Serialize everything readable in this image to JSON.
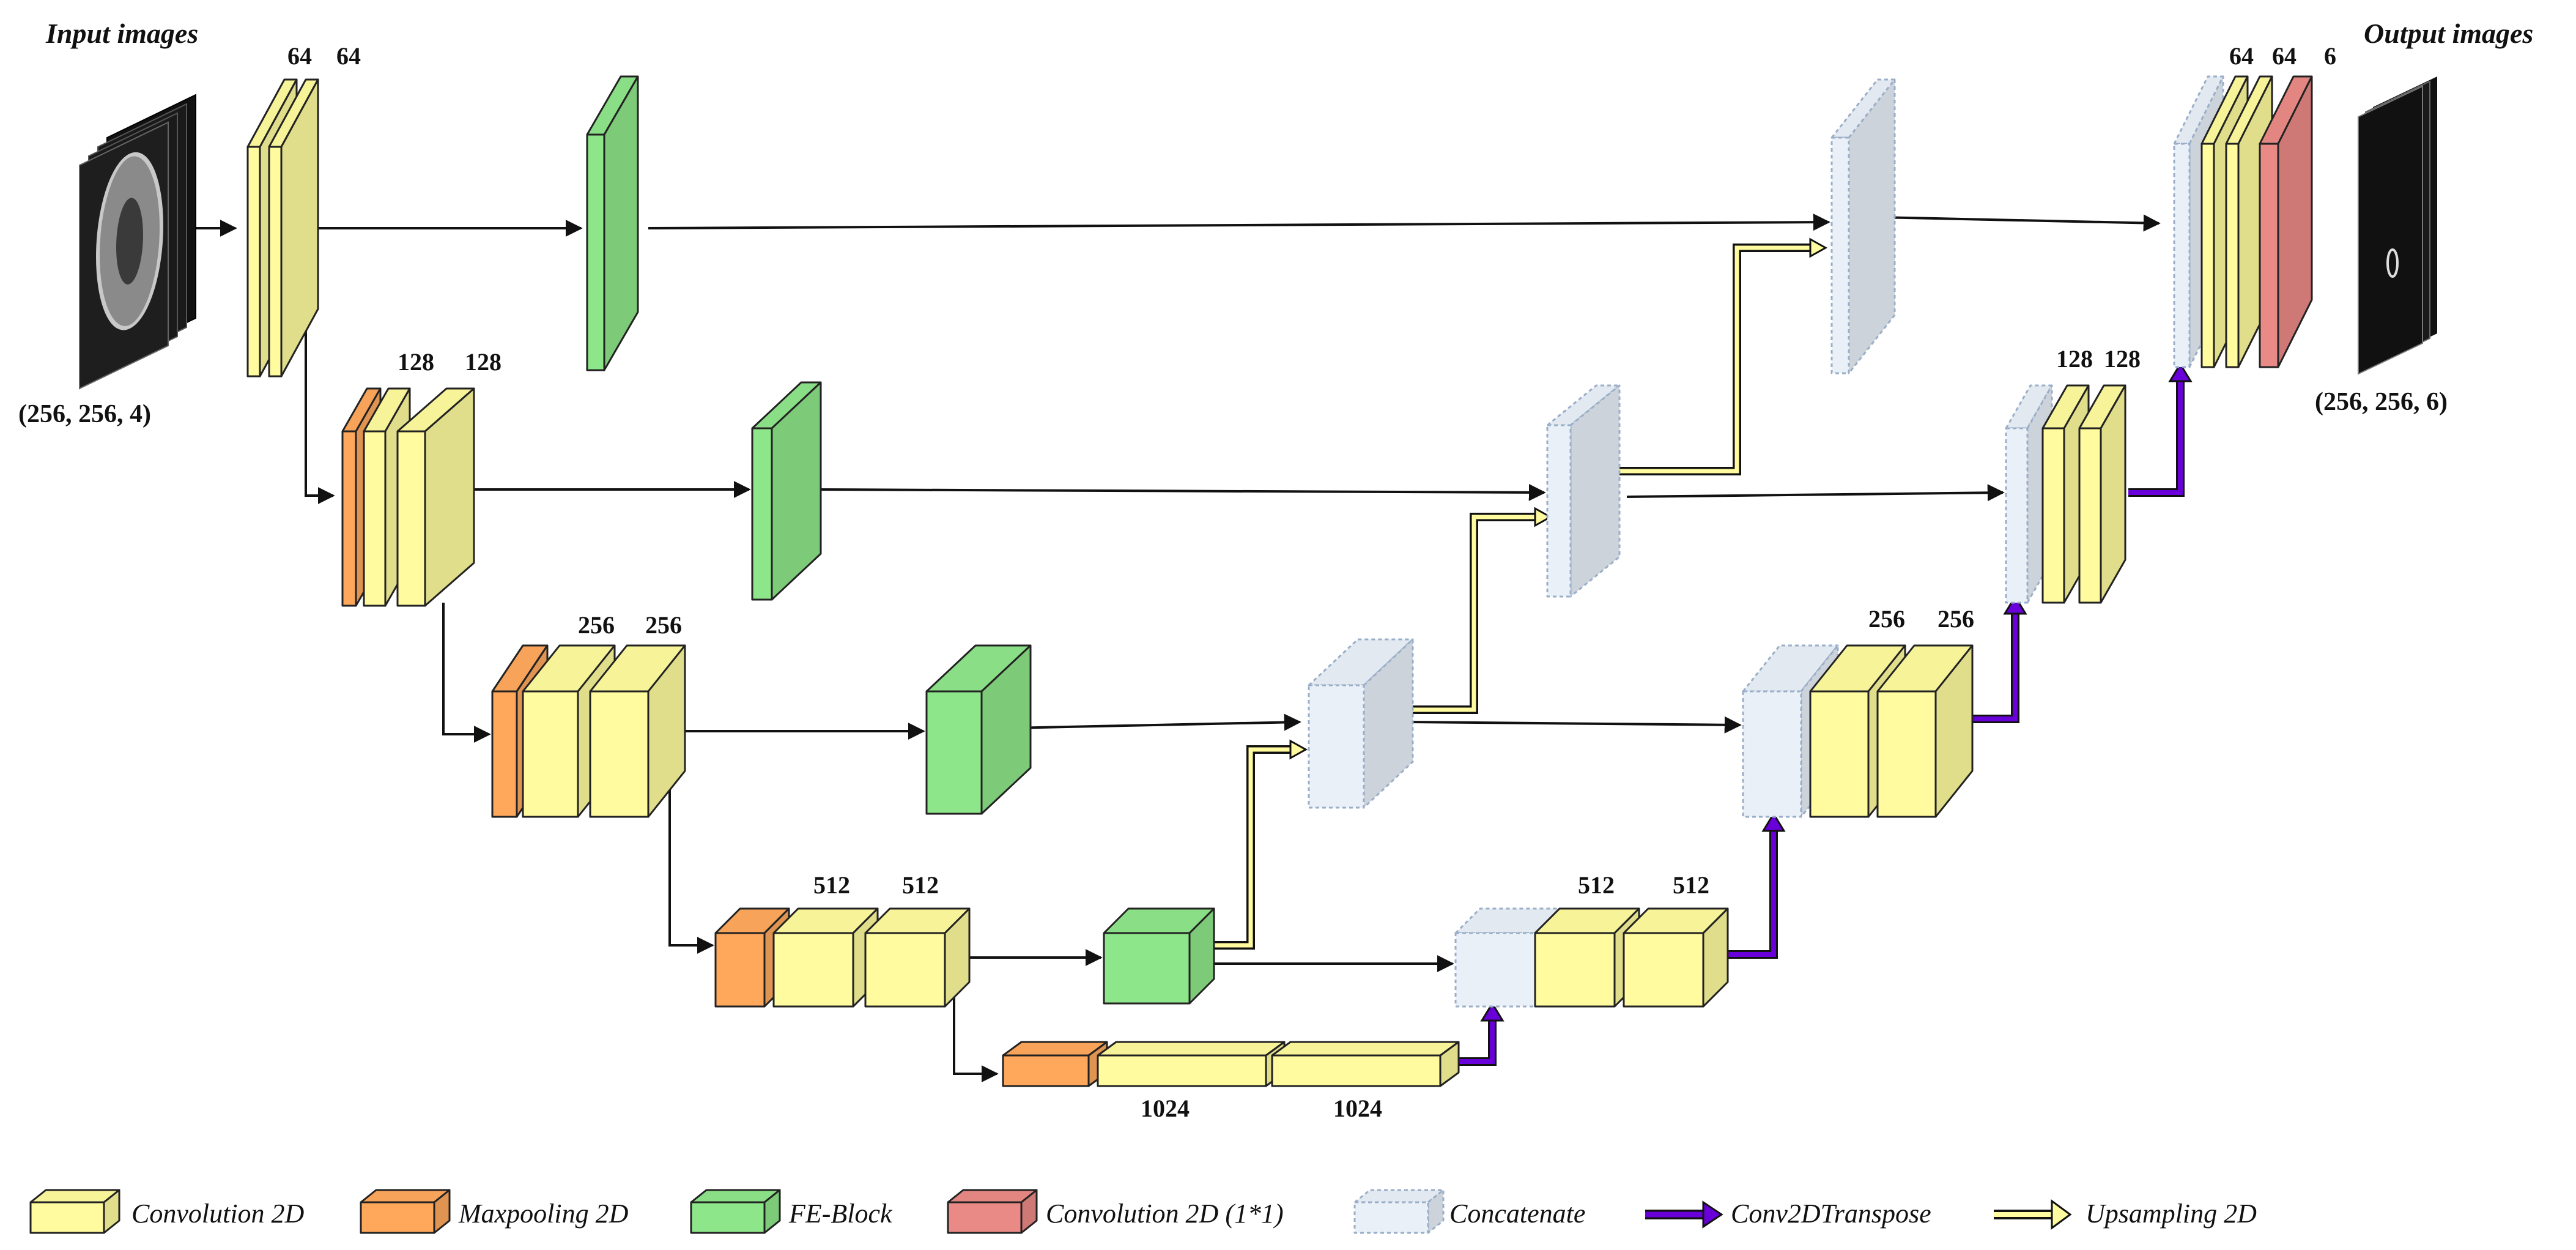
{
  "titles": {
    "input": "Input images",
    "output": "Output images"
  },
  "shapes": {
    "input": "(256, 256, 4)",
    "output": "(256, 256, 6)"
  },
  "channel_labels": {
    "enc1_a": "64",
    "enc1_b": "64",
    "enc2_a": "128",
    "enc2_b": "128",
    "enc3_a": "256",
    "enc3_b": "256",
    "enc4_a": "512",
    "enc4_b": "512",
    "bott_a": "1024",
    "bott_b": "1024",
    "dec4_a": "512",
    "dec4_b": "512",
    "dec3_a": "256",
    "dec3_b": "256",
    "dec2_a": "128",
    "dec2_b": "128",
    "dec1_a": "64",
    "dec1_b": "64",
    "dec1_c": "6"
  },
  "legend": [
    {
      "key": "conv",
      "label": "Convolution 2D",
      "color": "#fffb9e"
    },
    {
      "key": "maxpool",
      "label": "Maxpooling 2D",
      "color": "#ffa85c"
    },
    {
      "key": "feblock",
      "label": "FE-Block",
      "color": "#8ee68a"
    },
    {
      "key": "conv11",
      "label": "Convolution 2D (1*1)",
      "color": "#ea8a86"
    },
    {
      "key": "concat",
      "label": "Concatenate",
      "color": "#e9f0f8"
    },
    {
      "key": "transpose",
      "label": "Conv2DTranspose",
      "color": "#6a00d9"
    },
    {
      "key": "upsample",
      "label": "Upsampling 2D",
      "color": "#fffb9e"
    }
  ],
  "colors": {
    "conv": "#fffb9e",
    "maxpool": "#ffa85c",
    "feblock": "#8ee68a",
    "conv11": "#ea8a86",
    "concat": "#e9f0f8",
    "transpose": "#6a00d9",
    "upsample": "#fffb9e"
  }
}
